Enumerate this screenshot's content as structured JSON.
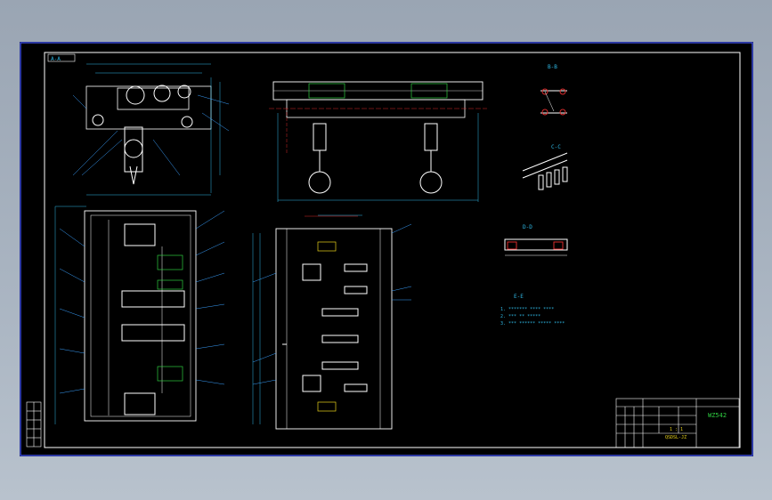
{
  "viewport": {
    "background": "#000000"
  },
  "colors": {
    "frame": "#3b4bd8",
    "lines": "#ffffff",
    "dims": "#2fb9e6",
    "hidden": "#d92b2b",
    "green": "#2ecc40",
    "yellow": "#e8d21a",
    "leader": "#3aa0ff"
  },
  "title_block": {
    "drawing_no": "WZ542",
    "scale": "1 : 1",
    "designer_row": "QSDSL-JZ"
  },
  "views": {
    "front_label": "A-A",
    "detail_b": "B-B",
    "detail_c": "C-C",
    "detail_d": "D-D",
    "detail_e": "E-E",
    "notes_title": "N/A",
    "notes": [
      "1. ******* **** ****",
      "2. *** ** *****",
      "3. *** ****** ***** ****"
    ]
  }
}
